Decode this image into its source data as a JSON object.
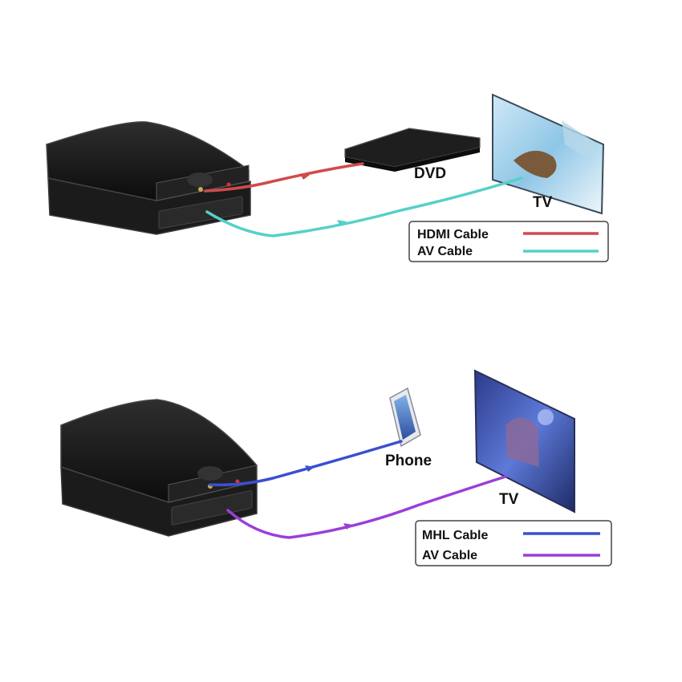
{
  "colors": {
    "hdmi": "#d24a4a",
    "av_top": "#56d0c8",
    "mhl": "#3b4fd0",
    "av_bottom": "#9a3fd8",
    "device": "#161616",
    "device_edge": "#3a3a3a"
  },
  "top_scene": {
    "source_label": "DVD",
    "display_label": "TV",
    "legend": [
      {
        "label": "HDMI Cable",
        "color_key": "hdmi"
      },
      {
        "label": "AV Cable",
        "color_key": "av_top"
      }
    ]
  },
  "bottom_scene": {
    "source_label": "Phone",
    "display_label": "TV",
    "legend": [
      {
        "label": "MHL Cable",
        "color_key": "mhl"
      },
      {
        "label": "AV Cable",
        "color_key": "av_bottom"
      }
    ]
  }
}
